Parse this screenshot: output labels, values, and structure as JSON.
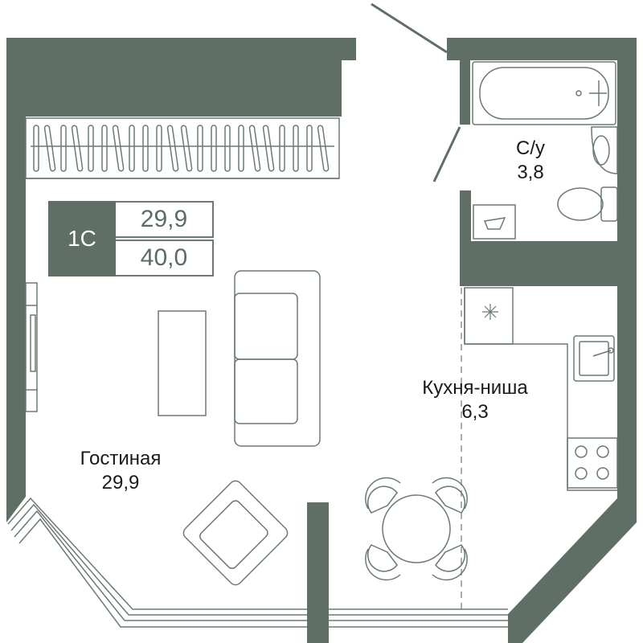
{
  "colors": {
    "wall": "#5f6f65",
    "line": "#6b7a71",
    "background": "#ffffff",
    "badge_border": "#6b7a71"
  },
  "badge": {
    "type": "1С",
    "living_area": "29,9",
    "total_area": "40,0"
  },
  "rooms": [
    {
      "name": "Гостиная",
      "area": "29,9"
    },
    {
      "name": "Кухня-ниша",
      "area": "6,3"
    },
    {
      "name": "С/у",
      "area": "3,8"
    }
  ]
}
